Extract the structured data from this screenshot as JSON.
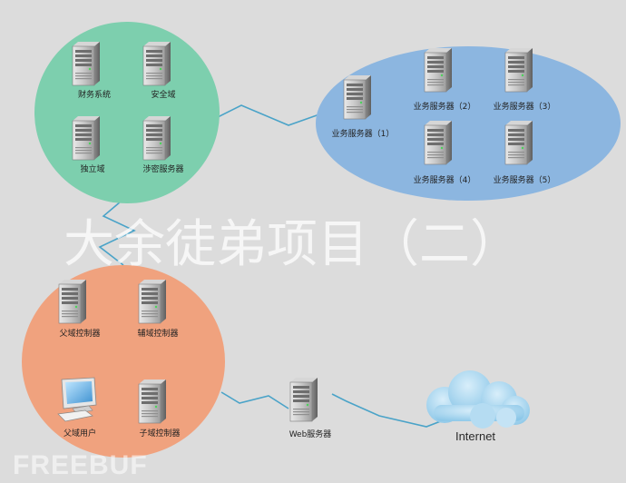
{
  "watermark": "大余徒弟项目（二）",
  "groups": {
    "green": {
      "color": "#7dcfae",
      "nodes": [
        {
          "label": "财务系统"
        },
        {
          "label": "安全域"
        },
        {
          "label": "独立域"
        },
        {
          "label": "涉密服务器"
        }
      ]
    },
    "blue": {
      "color": "#8cb6e0",
      "nodes": [
        {
          "label": "业务服务器（1）"
        },
        {
          "label": "业务服务器（2）"
        },
        {
          "label": "业务服务器（3）"
        },
        {
          "label": "业务服务器（4）"
        },
        {
          "label": "业务服务器（5）"
        }
      ]
    },
    "orange": {
      "color": "#f0a27e",
      "nodes": [
        {
          "label": "父域控制器"
        },
        {
          "label": "辅域控制器"
        },
        {
          "label": "父域用户"
        },
        {
          "label": "子域控制器"
        }
      ]
    }
  },
  "web_server": {
    "label": "Web服务器"
  },
  "internet": {
    "label": "Internet"
  },
  "link_color": "#4aa3c8",
  "brand_text": "FREEBUF"
}
